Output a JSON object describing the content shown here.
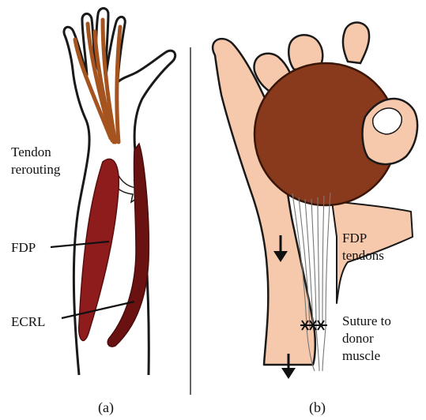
{
  "panel_a": {
    "label_tendon_rerouting": "Tendon\nrerouting",
    "label_fdp": "FDP",
    "label_ecrl": "ECRL",
    "caption": "(a)"
  },
  "panel_b": {
    "label_fdp_tendons": "FDP\ntendons",
    "label_suture": "Suture to\ndonor\nmuscle",
    "caption": "(b)"
  },
  "colors": {
    "muscle": "#8e1c1c",
    "muscle_dark": "#6a1212",
    "tendon": "#a5541f",
    "skin": "#f6c9ad",
    "ball": "#8a3a1c",
    "outline": "#1a1a1a"
  }
}
